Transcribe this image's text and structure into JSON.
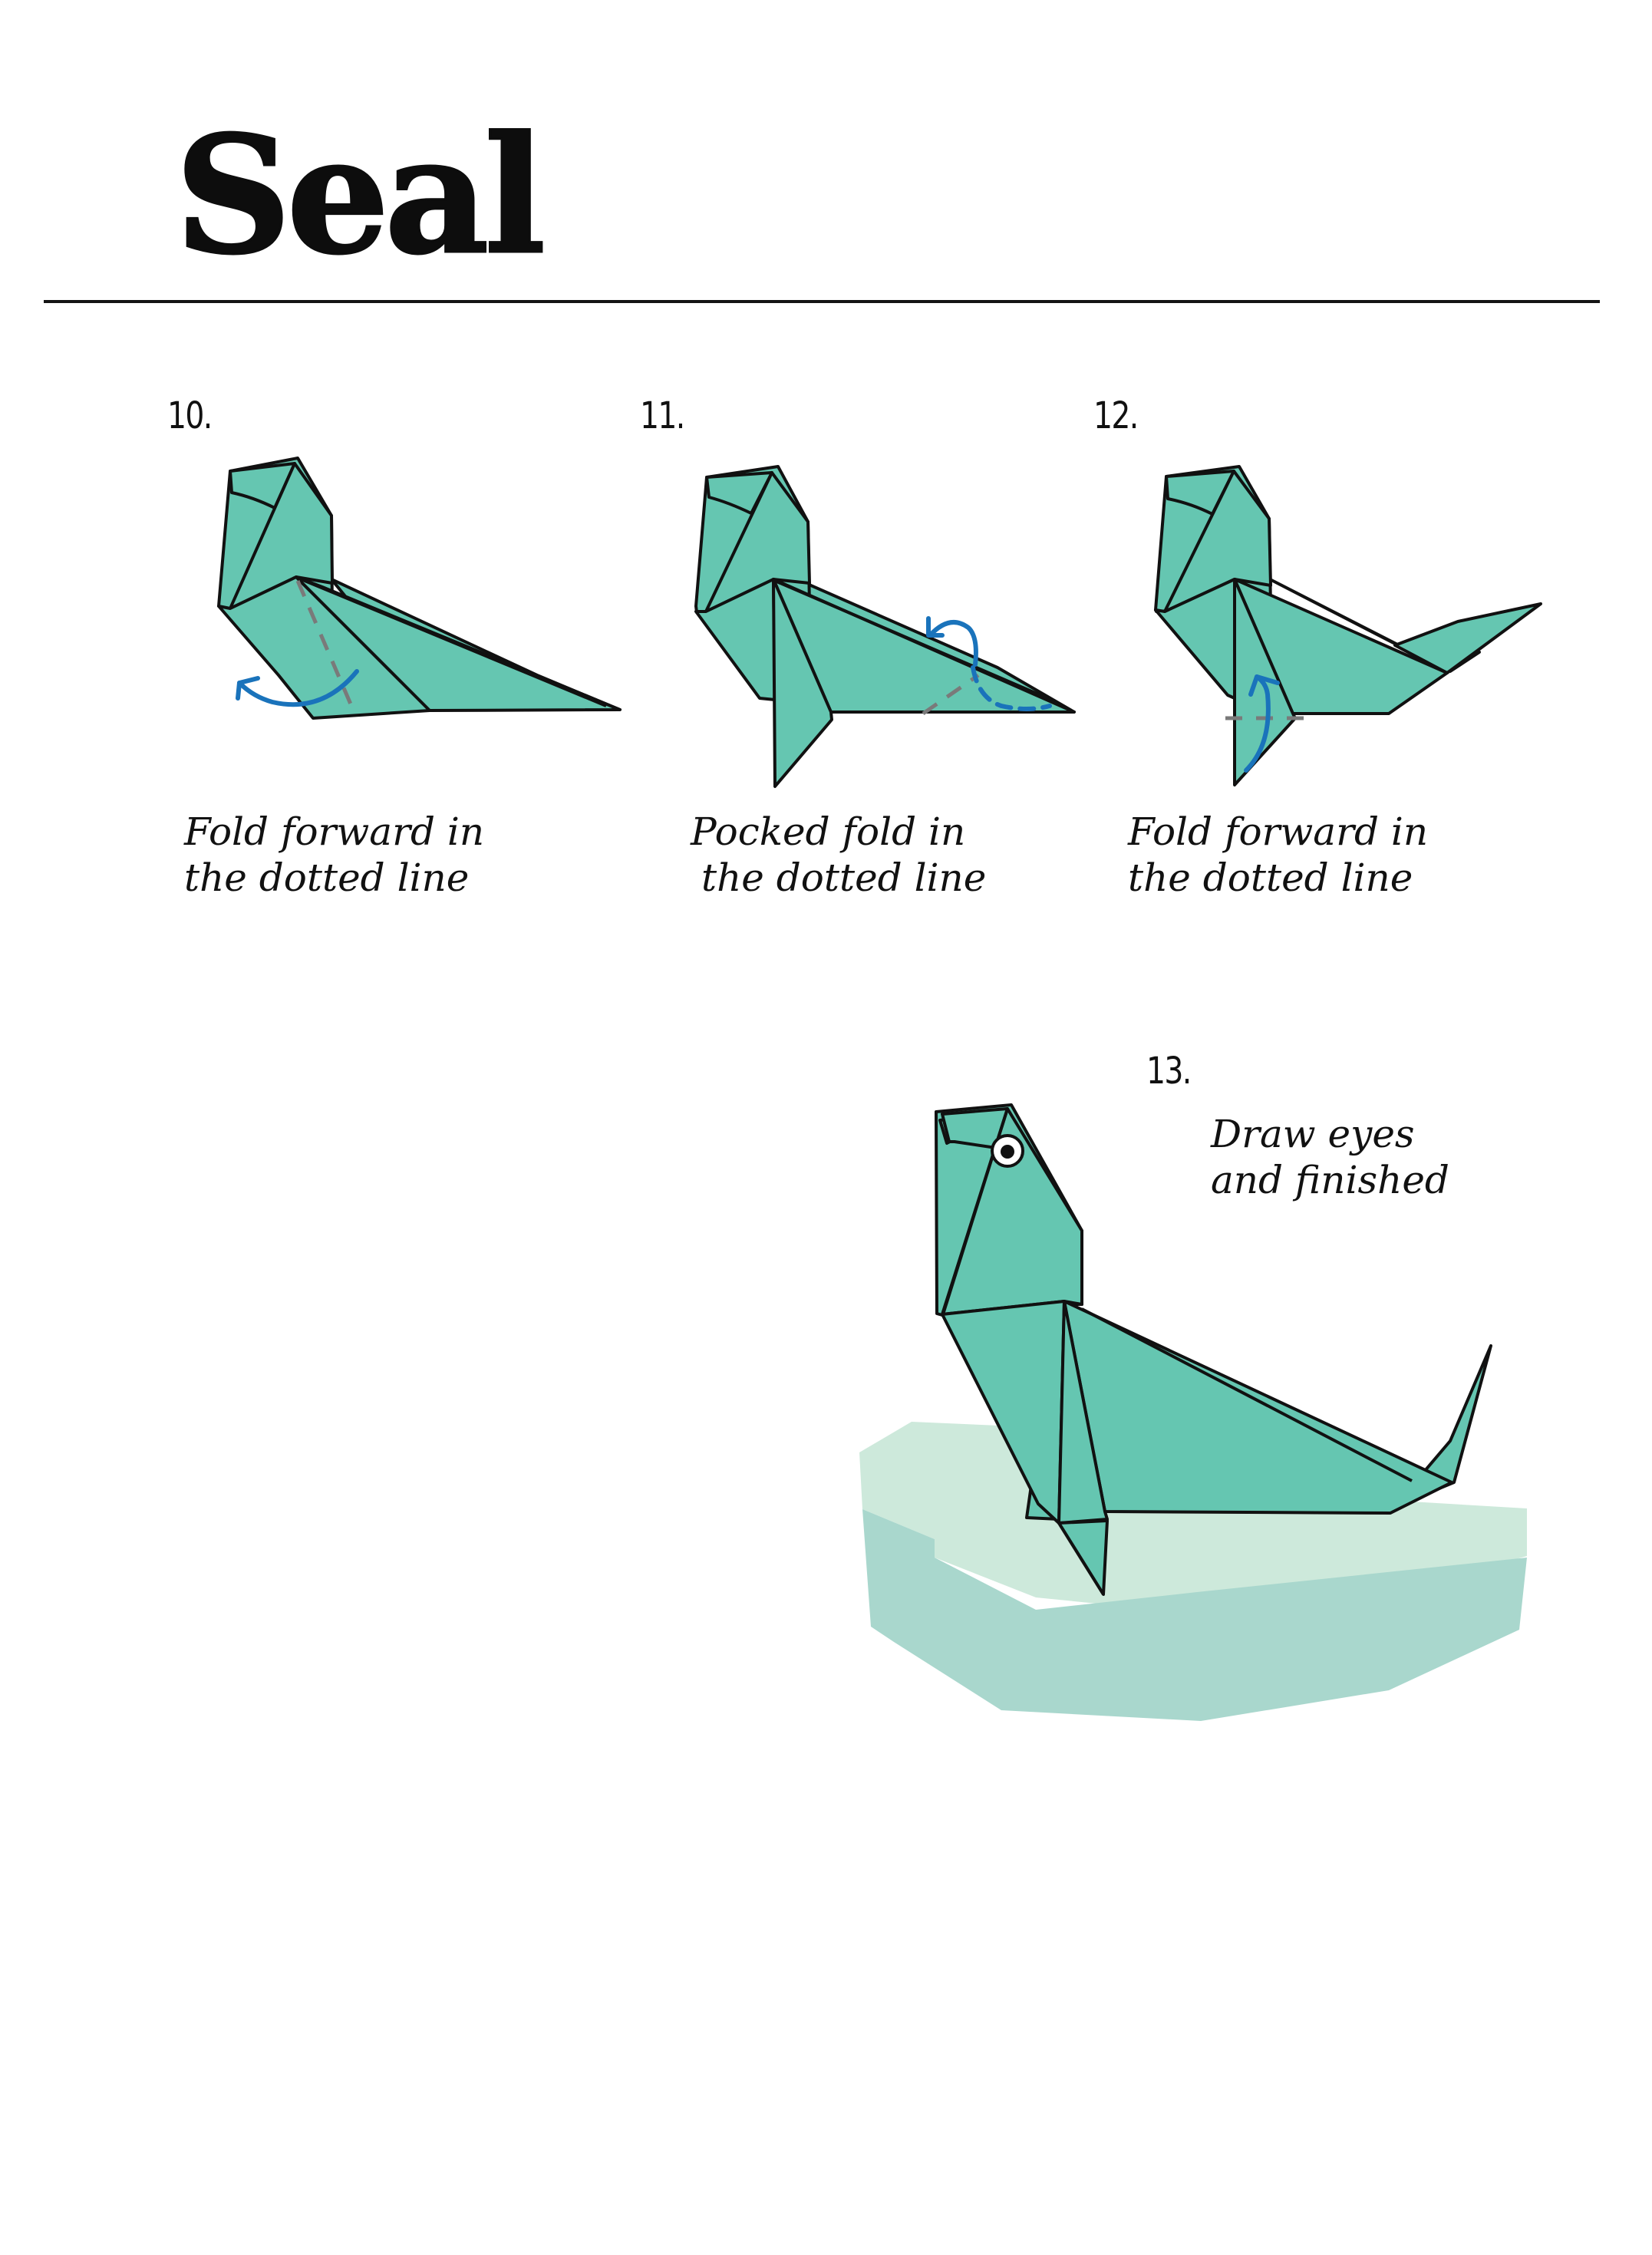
{
  "page": {
    "title": "Seal",
    "colors": {
      "paper": "#65c6b1",
      "outline": "#111111",
      "arrow": "#1a73bb",
      "fold_line": "#7a7a7a",
      "ice_top": "#cde9db",
      "ice_side": "#a9d7cd",
      "background": "#ffffff"
    }
  },
  "steps": [
    {
      "number": "10.",
      "caption_line1": "Fold forward in",
      "caption_line2": "the dotted line",
      "icons": [
        "fold-arrow-icon",
        "dashed-fold-line-icon"
      ]
    },
    {
      "number": "11.",
      "caption_line1": "Pocked fold in",
      "caption_line2": "the dotted line",
      "icons": [
        "fold-arrow-icon",
        "dashed-fold-line-icon"
      ]
    },
    {
      "number": "12.",
      "caption_line1": "Fold forward in",
      "caption_line2": "the dotted line",
      "icons": [
        "fold-arrow-icon",
        "dashed-fold-line-icon"
      ]
    },
    {
      "number": "13.",
      "caption_line1": "Draw eyes",
      "caption_line2": "and finished",
      "icons": [
        "eye-icon",
        "ice-floe-icon"
      ]
    }
  ]
}
